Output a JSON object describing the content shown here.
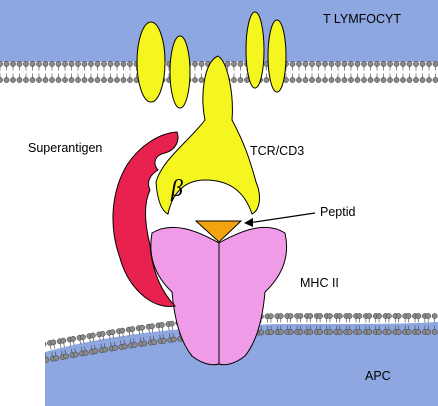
{
  "labels": {
    "t_cell": "T LYMFOCYT",
    "tcr": "TCR/CD3",
    "superantigen": "Superantigen",
    "beta": "β",
    "peptide": "Peptid",
    "mhc": "MHC II",
    "apc": "APC"
  },
  "colors": {
    "cell_background": "#8ea7e0",
    "tcr_yellow": "#f5f51f",
    "superantigen_red": "#e8214f",
    "mhc_pink": "#ef9be8",
    "peptide_orange": "#f2a30f",
    "membrane_head": "#8a8a8a"
  }
}
